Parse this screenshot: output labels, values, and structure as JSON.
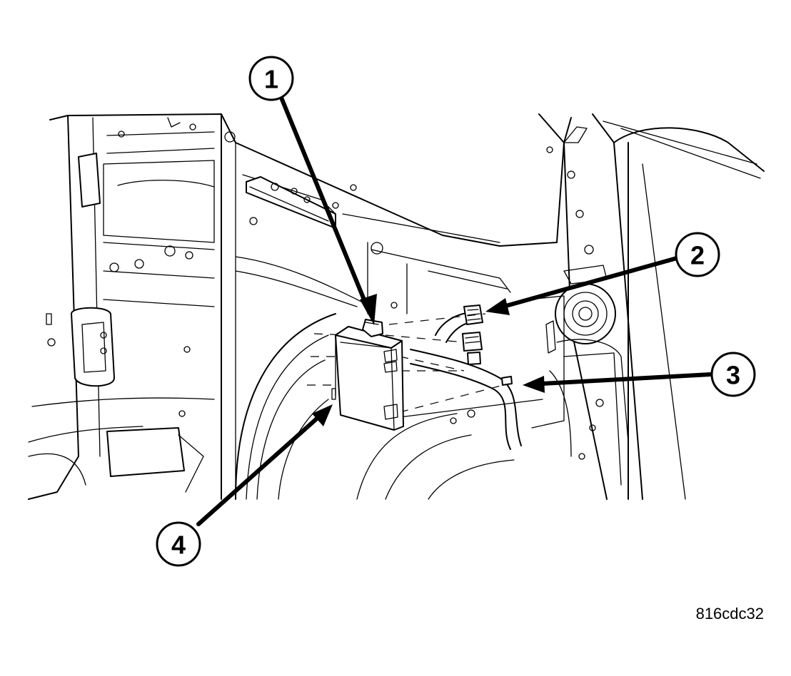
{
  "figure_id": "816cdc32",
  "callouts": [
    {
      "label": "1"
    },
    {
      "label": "2"
    },
    {
      "label": "3"
    },
    {
      "label": "4"
    }
  ],
  "colors": {
    "ink": "#000000",
    "paper": "#ffffff"
  }
}
